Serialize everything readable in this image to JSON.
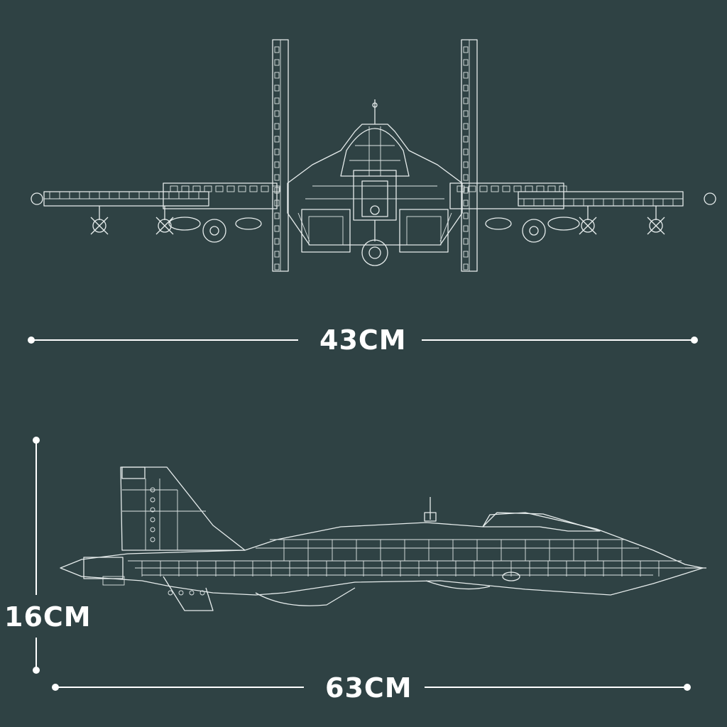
{
  "dimensions": {
    "width": "43CM",
    "length": "63CM",
    "height": "16CM"
  },
  "colors": {
    "background": "#2f4244",
    "line": "#e6ecec",
    "text": "#ffffff"
  }
}
